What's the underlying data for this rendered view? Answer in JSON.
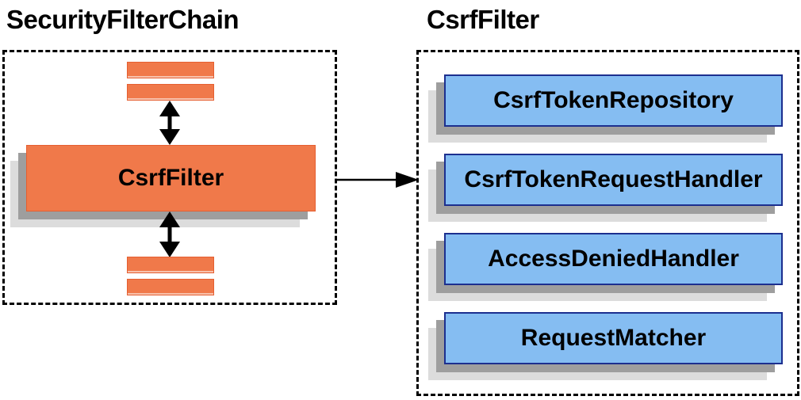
{
  "diagram": {
    "left_panel": {
      "title": "SecurityFilterChain",
      "filter_box_label": "CsrfFilter"
    },
    "right_panel": {
      "title": "CsrfFilter",
      "components": [
        "CsrfTokenRepository",
        "CsrfTokenRequestHandler",
        "AccessDeniedHandler",
        "RequestMatcher"
      ]
    },
    "colors": {
      "filter_orange": "#F0794A",
      "filter_orange_border": "#E55F31",
      "component_blue_fill": "#85BDF2",
      "component_blue_border": "#1C2F8F",
      "shadow_dark": "#9E9E9E",
      "shadow_light": "#DCDCDC",
      "line_black": "#000000"
    }
  }
}
